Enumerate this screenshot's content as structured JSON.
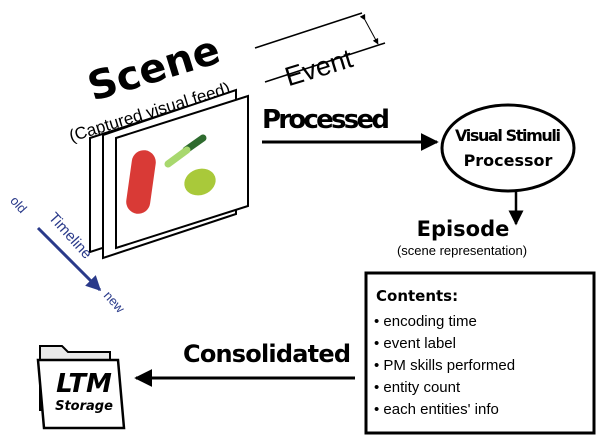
{
  "scene": {
    "title": "Scene",
    "subtitle": "(Captured visual feed)",
    "event_label": "Event"
  },
  "timeline": {
    "label": "Timeline",
    "old": "old",
    "new": "new",
    "color": "#2a3a8a"
  },
  "flow": {
    "processed": "Processed",
    "consolidated": "Consolidated"
  },
  "processor": {
    "line1": "Visual Stimuli",
    "line2": "Processor"
  },
  "episode": {
    "title": "Episode",
    "subtitle": "(scene representation)"
  },
  "contents": {
    "heading": "Contents:",
    "items": [
      "encoding time",
      "event label",
      "PM skills performed",
      "entity count",
      "each entities' info"
    ]
  },
  "ltm": {
    "line1": "LTM",
    "line2": "Storage"
  },
  "colors": {
    "red_shape": "#d93a36",
    "dark_green_stroke": "#2e6b2e",
    "light_green_stroke": "#a8d86e",
    "lime_circle": "#a9c93a"
  }
}
